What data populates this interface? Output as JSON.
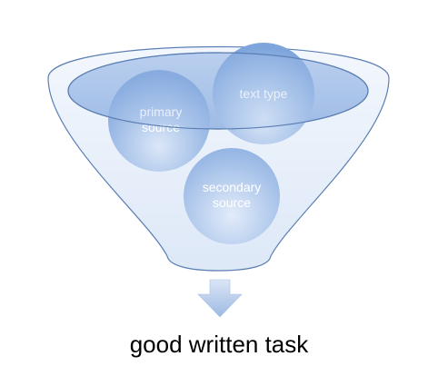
{
  "diagram": {
    "type": "funnel",
    "inputs": [
      {
        "id": "primary-source",
        "lines": [
          "primary",
          "source"
        ]
      },
      {
        "id": "text-type",
        "lines": [
          "text type"
        ]
      },
      {
        "id": "secondary-source",
        "lines": [
          "secondary",
          "source"
        ]
      }
    ],
    "output": "good written task",
    "colors": {
      "funnel_fill": "#e6eef9",
      "funnel_stroke": "#5b7fb3",
      "rim_fill": "#9db9e3",
      "ball_light": "#d4e3f7",
      "ball_dark": "#7ea5dc",
      "arrow_light": "#c9d9f0",
      "arrow_dark": "#96b5e0"
    }
  }
}
